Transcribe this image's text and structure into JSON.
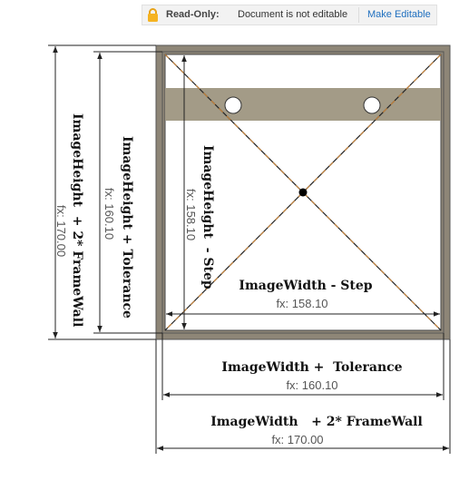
{
  "banner": {
    "title": "Read-Only:",
    "message": "Document is not editable",
    "action": "Make Editable"
  },
  "dimensions": {
    "image_height_framewall": {
      "label": "ImageHeight  + 2* FrameWall",
      "formula": "fx: 170.00"
    },
    "image_height_tolerance": {
      "label": "ImageHeight + Tolerance",
      "formula": "fx: 160.10"
    },
    "image_height_step": {
      "label": "ImageHeight  - Step",
      "formula": "fx: 158.10"
    },
    "image_width_step": {
      "label": "ImageWidth - Step",
      "formula": "fx: 158.10"
    },
    "image_width_tolerance": {
      "label": "ImageWidth +  Tolerance",
      "formula": "fx: 160.10"
    },
    "image_width_framewall": {
      "label": "ImageWidth   + 2* FrameWall",
      "formula": "fx: 170.00"
    }
  },
  "colors": {
    "frame": "#8e8677",
    "bar": "#a39b87",
    "diagonal": "#7a4a22",
    "banner_link": "#1f6fbf"
  }
}
